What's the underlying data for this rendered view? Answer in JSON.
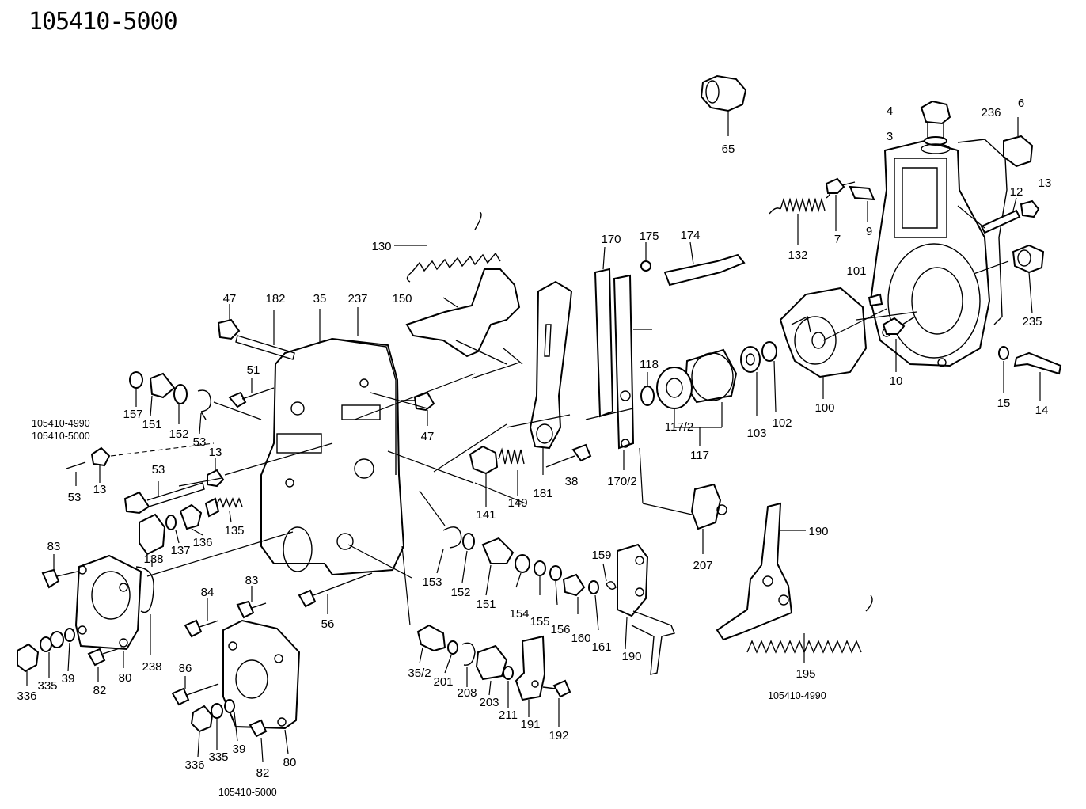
{
  "title": "105410-5000",
  "notes": {
    "n4990_a": "105410-4990",
    "n5000_a": "105410-5000",
    "n5000_b": "105410-5000",
    "n4990_b": "105410-4990"
  },
  "labels": {
    "l65": "65",
    "l4": "4",
    "l3": "3",
    "l236": "236",
    "l6": "6",
    "l12": "12",
    "l13a": "13",
    "l132": "132",
    "l7": "7",
    "l9": "9",
    "l101": "101",
    "l235": "235",
    "l10": "10",
    "l15": "15",
    "l14": "14",
    "l100": "100",
    "l103": "103",
    "l102": "102",
    "l117_2": "117/2",
    "l117": "117",
    "l118": "118",
    "l170": "170",
    "l175": "175",
    "l174": "174",
    "l170_2": "170/2",
    "l207": "207",
    "l190a": "190",
    "l195": "195",
    "l130": "130",
    "l150": "150",
    "l47a": "47",
    "l182": "182",
    "l35": "35",
    "l237": "237",
    "l51": "51",
    "l157": "157",
    "l151a": "151",
    "l152a": "152",
    "l53a": "53",
    "l47b": "47",
    "l13b": "13",
    "l53b": "53",
    "l13c": "13",
    "l53c": "53",
    "l138": "138",
    "l137": "137",
    "l136": "136",
    "l135": "135",
    "l141": "141",
    "l140": "140",
    "l181": "181",
    "l38": "38",
    "l83a": "83",
    "l238": "238",
    "l336a": "336",
    "l335a": "335",
    "l39a": "39",
    "l82a": "82",
    "l80a": "80",
    "l84": "84",
    "l83b": "83",
    "l86": "86",
    "l336b": "336",
    "l335b": "335",
    "l39b": "39",
    "l82b": "82",
    "l80b": "80",
    "l56": "56",
    "l153": "153",
    "l152b": "152",
    "l151b": "151",
    "l154": "154",
    "l155": "155",
    "l156": "156",
    "l160": "160",
    "l161": "161",
    "l159": "159",
    "l190b": "190",
    "l35_2": "35/2",
    "l201": "201",
    "l208": "208",
    "l203": "203",
    "l211": "211",
    "l191": "191",
    "l192": "192"
  }
}
